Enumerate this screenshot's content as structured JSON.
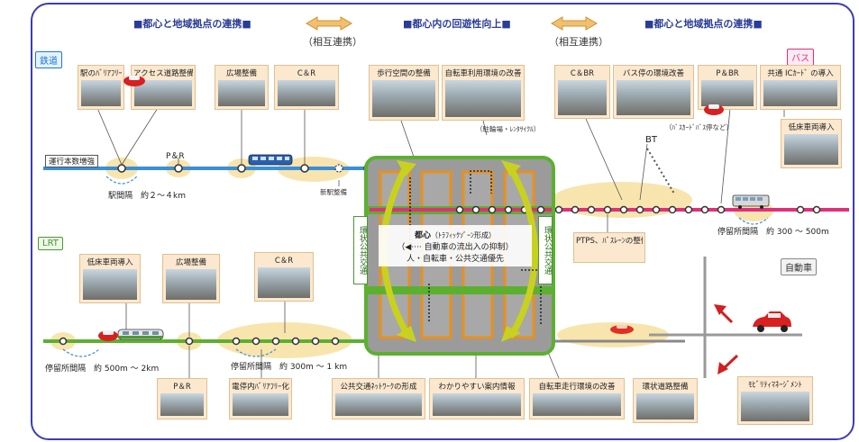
{
  "headers": {
    "left": "■都心と地域拠点の連携■",
    "center": "■都心内の回遊性向上■",
    "right": "■都心と地域拠点の連携■",
    "mutual_left": "（相互連携）",
    "mutual_right": "（相互連携）"
  },
  "tags": {
    "rail": "鉄道",
    "bus": "バス",
    "lrt": "LRT",
    "car": "自動車"
  },
  "cards": {
    "station_barrier_free": "駅のﾊﾞﾘｱﾌﾘｰ化",
    "access_road": "アクセス道路整備",
    "plaza_top": "広場整備",
    "cr_top": "C＆R",
    "walk_space": "歩行空間の整備",
    "bike_env": "自転車利用環境の改善",
    "cbr": "C＆BR",
    "bus_stop": "バス停の環境改善",
    "pbr": "P＆BR",
    "ic_card": "共通 ICｶｰﾄﾞ の導入",
    "low_floor_bus": "低床車両導入",
    "low_floor_lrt": "低床車両導入",
    "plaza_lrt": "広場整備",
    "cr_lrt": "C＆R",
    "pr_lrt": "P＆R",
    "stop_barrier_free": "電停内ﾊﾞﾘｱﾌﾘｰ化",
    "transit_network": "公共交通ﾈｯﾄﾜｰｸの形成",
    "guide_info": "わかりやすい案内情報",
    "bike_travel": "自転車走行環境の改善",
    "ring_road": "環状道路整備",
    "mobility_mgmt": "ﾓﾋﾞﾘﾃｨﾏﾈｰｼﾞﾒﾝﾄ",
    "ptps": "PTPS、ﾊﾞｽﾚｰﾝの整備"
  },
  "labels": {
    "service_increase": "運行本数増強",
    "pr_rail": "P＆R",
    "station_interval": "駅間隔　約２～４km",
    "new_station": "新駅整備",
    "parking_cycle": "（駐輪場・ﾚﾝﾀｻｲｸﾙ）",
    "bt": "BT",
    "bus_card_stop": "（ﾊﾞｽｶｰﾄﾞﾊﾞｽ停など）",
    "bus_stop_interval": "停留所間隔　約 300 ～ 500m",
    "lrt_stop_interval_left": "停留所間隔　約 500m ～ 2km",
    "lrt_stop_interval_right": "停留所間隔　約 300m ～ 1 km",
    "ring_transit_left": "環状公共交通",
    "ring_transit_right": "環状公共交通",
    "center_title": "都心",
    "center_title_sub": "（ﾄﾗﾌｨｯｸｿﾞｰﾝ形成）",
    "center_line2": "（◀····  自動車の流出入の抑制）",
    "center_line3": "人・自転車・公共交通優先"
  },
  "colors": {
    "rail_line": "#3a8fd8",
    "bus_line": "#e0307a",
    "lrt_line": "#5cb030",
    "header_text": "#2a3c96",
    "frame": "#3c3cb4",
    "highlight": "#f7e0a0",
    "ring_arrow": "#c8d21e",
    "block_border": "#e8901c"
  }
}
